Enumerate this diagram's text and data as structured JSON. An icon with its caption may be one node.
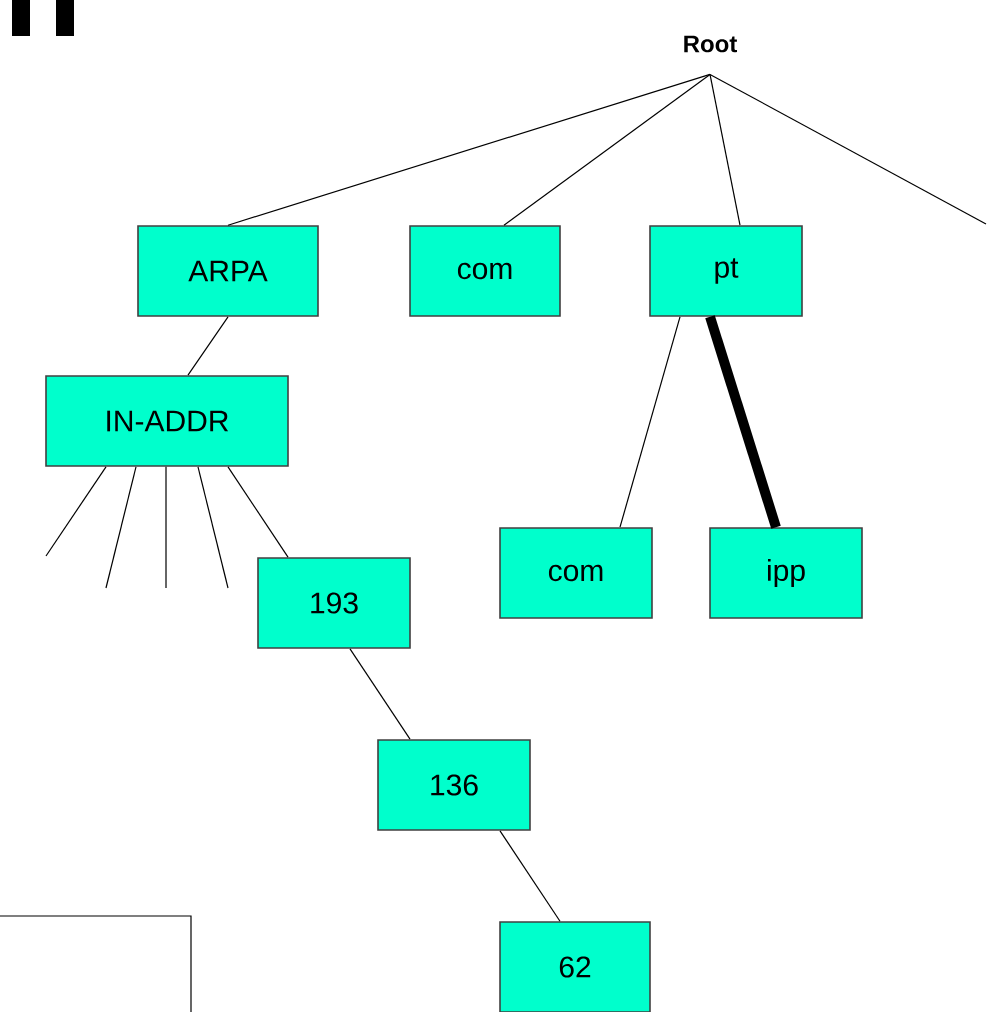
{
  "diagram": {
    "nodes": [
      {
        "text": [
          "Root"
        ]
      },
      {
        "text": [
          "ARPA"
        ]
      },
      {
        "text": [
          "com"
        ]
      },
      {
        "text": [
          "pt"
        ]
      },
      {
        "text": [
          "IN-ADDR"
        ]
      },
      {
        "text": [
          "com"
        ]
      },
      {
        "text": [
          "ipp"
        ]
      },
      {
        "text": [
          "193"
        ]
      },
      {
        "text": [
          "136"
        ]
      },
      {
        "text": [
          "62"
        ]
      }
    ],
    "edges": [
      {
        "from": 0,
        "to": 1,
        "arrow": "none"
      },
      {
        "from": 0,
        "to": 2,
        "arrow": "none"
      },
      {
        "from": 0,
        "to": 3,
        "arrow": "none"
      },
      {
        "from": 0,
        "to": null,
        "arrow": "none"
      },
      {
        "from": 1,
        "to": 4,
        "arrow": "none"
      },
      {
        "from": 3,
        "to": 5,
        "arrow": "none"
      },
      {
        "from": 3,
        "to": 6,
        "arrow": "none",
        "style": "thick"
      },
      {
        "from": 4,
        "to": null,
        "arrow": "none"
      },
      {
        "from": 4,
        "to": null,
        "arrow": "none"
      },
      {
        "from": 4,
        "to": null,
        "arrow": "none"
      },
      {
        "from": 4,
        "to": null,
        "arrow": "none"
      },
      {
        "from": 4,
        "to": 7,
        "arrow": "none"
      },
      {
        "from": 7,
        "to": 8,
        "arrow": "none"
      },
      {
        "from": 8,
        "to": 9,
        "arrow": "none"
      }
    ]
  }
}
